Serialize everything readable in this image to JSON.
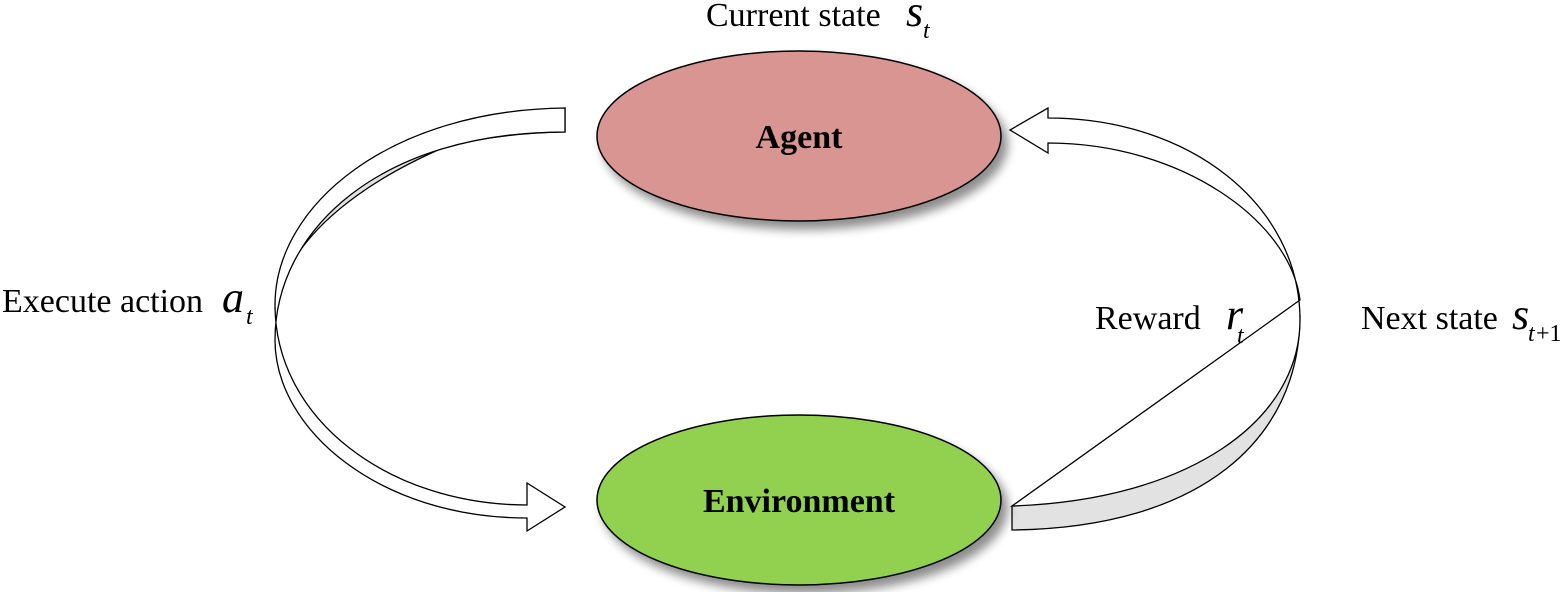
{
  "nodes": {
    "agent": {
      "label": "Agent",
      "color": "#d99591"
    },
    "environment": {
      "label": "Environment",
      "color": "#92d050"
    }
  },
  "labels": {
    "current_state": {
      "text": "Current state",
      "symbol": "s",
      "subscript": "t"
    },
    "execute_action": {
      "text": "Execute action",
      "symbol": "a",
      "subscript": "t"
    },
    "reward": {
      "text": "Reward",
      "symbol": "r",
      "subscript": "t"
    },
    "next_state": {
      "text": "Next state",
      "symbol": "s",
      "subscript_var": "t",
      "subscript_num": "+1"
    }
  },
  "colors": {
    "arrow_face": "#ffffff",
    "arrow_side": "#e2e2e2",
    "shadow": "#9a9a9a"
  }
}
